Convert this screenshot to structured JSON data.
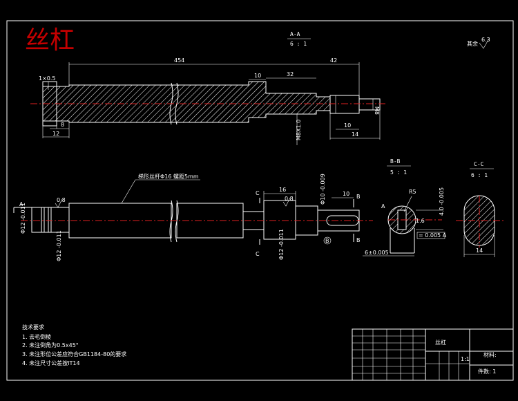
{
  "title_red": "丝杠",
  "roughness_note": "其余",
  "roughness_value": "6.3",
  "section_aa": {
    "label": "A-A",
    "scale": "6 : 1"
  },
  "section_bb": {
    "label": "B-B",
    "scale": "5 : 1"
  },
  "section_cc": {
    "label": "C-C",
    "scale": "6 : 1"
  },
  "top_view": {
    "chamfer": "1×0.5",
    "dim_total": "454",
    "dim_right": "42",
    "dim_10": "10",
    "dim_32": "32",
    "dim_8": "8",
    "dim_12": "12",
    "dim_10b": "10",
    "dim_14": "14",
    "dim_m8": "M8",
    "thread": "M8X1.0"
  },
  "main_view": {
    "thread_note": "梯形丝杆Φ16 螺距5mm",
    "c_label": "C",
    "dim_16": "16",
    "dim_10": "10",
    "label_a": "A",
    "label_b": "B",
    "tol_left": "Φ12 -0.011",
    "tol_left2": "Φ12 -0.011",
    "tol_mid": "Φ12 -0.011",
    "tol_top": "Φ10 -0.009",
    "roughness_a": "0.8",
    "roughness_b": "0.8",
    "datum": "B"
  },
  "bb_view": {
    "radius": "R5",
    "dim_h": "4.0 -0.005",
    "dim_w": "6±0.005",
    "label_a": "A",
    "rough": "1.6",
    "tol": "= 0.005 A"
  },
  "cc_view": {
    "dim": "14"
  },
  "tech_req": {
    "heading": "技术要求",
    "items": [
      "1. 去毛倒棱",
      "2. 未注倒角为0.5x45°",
      "3. 未注形位公差应符合GB1184-80的要求",
      "4. 未注尺寸公差按IT14"
    ]
  },
  "title_block": {
    "name": "丝杠",
    "material_label": "材料:",
    "qty_label": "件数: 1",
    "scale": "1:1"
  }
}
